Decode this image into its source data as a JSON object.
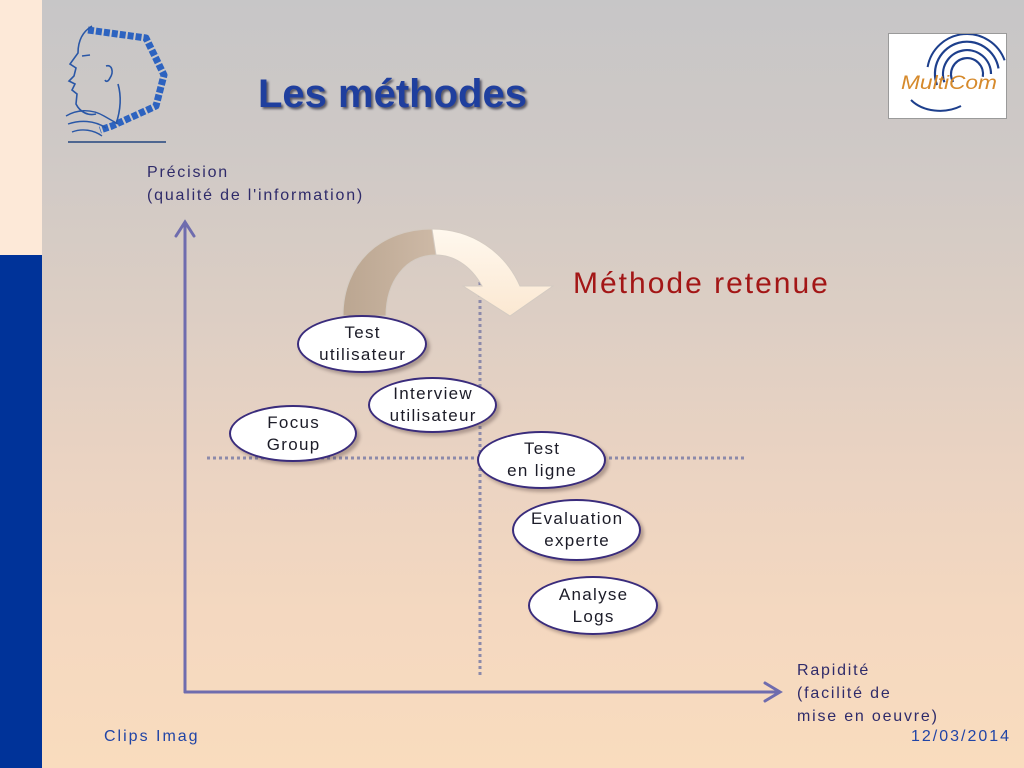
{
  "slide": {
    "title": "Les méthodes",
    "callout": "Méthode retenue",
    "footer": {
      "left": "Clips Imag",
      "right": "12/03/2014"
    }
  },
  "logos": {
    "left": {
      "icon": "face-profile-logo"
    },
    "right": {
      "icon": "multicom-logo",
      "text": "MultiCom"
    }
  },
  "diagram": {
    "y_axis": {
      "lines": [
        "Précision",
        "(qualité de l'information)"
      ]
    },
    "x_axis": {
      "lines": [
        "Rapidité",
        "(facilité de",
        "mise en oeuvre)"
      ]
    },
    "methods": [
      {
        "lines": [
          "Test",
          "utilisateur"
        ]
      },
      {
        "lines": [
          "Interview",
          "utilisateur"
        ]
      },
      {
        "lines": [
          "Focus",
          "Group"
        ]
      },
      {
        "lines": [
          "Test",
          "en ligne"
        ]
      },
      {
        "lines": [
          "Evaluation",
          "experte"
        ]
      },
      {
        "lines": [
          "Analyse",
          "Logs"
        ]
      }
    ],
    "callout_arrow_icon": "curved-arrow-icon",
    "axis_arrow_icon": "chevron-arrow-icon"
  },
  "colors": {
    "title": "#1f3f9e",
    "left_bar": "#003399",
    "left_bar_top": "#fde9d8",
    "callout": "#a31616",
    "method_border": "#3a2c7c",
    "axis": "#6f6cae",
    "guide": "#8c8aaa",
    "axis_label": "#2f2b6a",
    "footer": "#2044a6"
  }
}
